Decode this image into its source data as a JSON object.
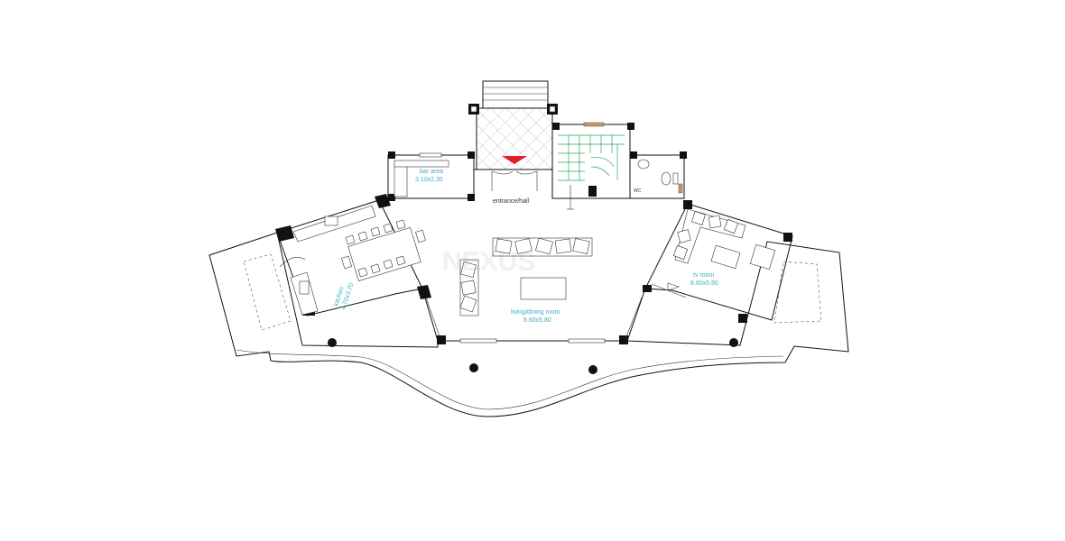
{
  "rooms": {
    "bar": {
      "name": "bar area",
      "size": "3.10x2.35"
    },
    "entrance": {
      "name": "entrance/hall"
    },
    "wc": {
      "name": "WC"
    },
    "kitchen": {
      "name": "kitchen",
      "size": "4.70x3.70"
    },
    "living": {
      "name": "living/dining room",
      "size": "8.60x5.80"
    },
    "tv": {
      "name": "tv room",
      "size": "8.60x5.80"
    }
  },
  "colors": {
    "label": "#3cb0c0",
    "entrance_marker": "#e0202a",
    "stair_floor": "#2aa860",
    "door_accent": "#c89a5a"
  },
  "icons": [
    "entrance-arrow-icon",
    "column-icon"
  ]
}
